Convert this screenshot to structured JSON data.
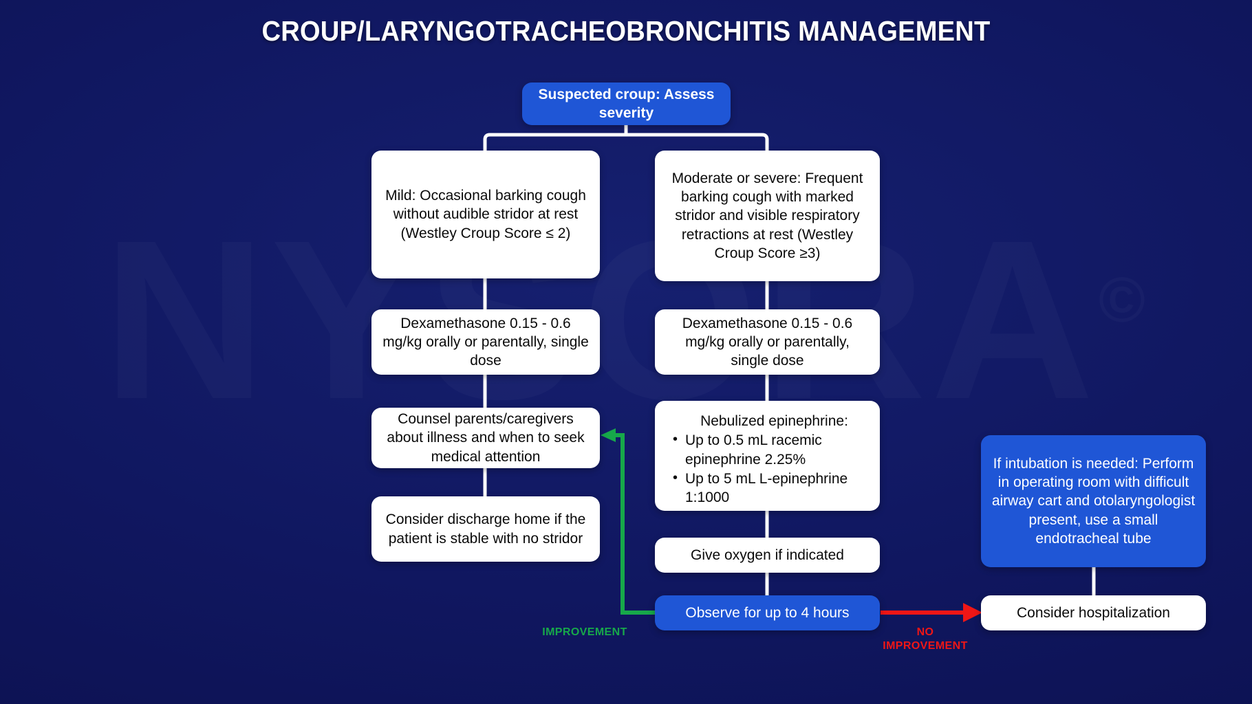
{
  "title": "CROUP/LARYNGOTRACHEOBRONCHITIS MANAGEMENT",
  "logo": {
    "name": "NYSORA",
    "mark": "©"
  },
  "watermark": {
    "text": "NYSORA",
    "mark": "©"
  },
  "colors": {
    "background": "#111a63",
    "node_blue": "#1f56d6",
    "node_white": "#ffffff",
    "connector_white": "#ffffff",
    "improvement_green": "#17a84a",
    "no_improvement_red": "#f01616",
    "text_dark": "#0a0a0a",
    "text_light": "#ffffff"
  },
  "nodes": {
    "root": "Suspected croup: Assess severity",
    "mild": "Mild: Occasional barking cough without audible stridor at rest (Westley Croup Score ≤ 2)",
    "moderate": "Moderate or severe: Frequent barking cough with marked stridor and visible respiratory retractions at rest (Westley Croup Score ≥3)",
    "dex_left": "Dexamethasone 0.15 - 0.6 mg/kg orally or parentally, single dose",
    "dex_right": "Dexamethasone 0.15 - 0.6 mg/kg orally or parentally, single dose",
    "counsel": "Counsel parents/caregivers about illness and when to seek medical attention",
    "epinephrine": {
      "lead": "Nebulized epinephrine:",
      "bullets": [
        "Up to 0.5 mL racemic epinephrine 2.25%",
        "Up to 5 mL L-epinephrine 1:1000"
      ]
    },
    "discharge": "Consider discharge home if the patient is stable with no stridor",
    "oxygen": "Give oxygen if indicated",
    "observe": "Observe for up to 4 hours",
    "intubation": "If intubation is needed: Perform in operating room with difficult airway cart and otolaryngologist present, use a small endotracheal tube",
    "hospitalization": "Consider hospitalization"
  },
  "edge_labels": {
    "improvement": "IMPROVEMENT",
    "no_improvement": "NO\nIMPROVEMENT"
  }
}
